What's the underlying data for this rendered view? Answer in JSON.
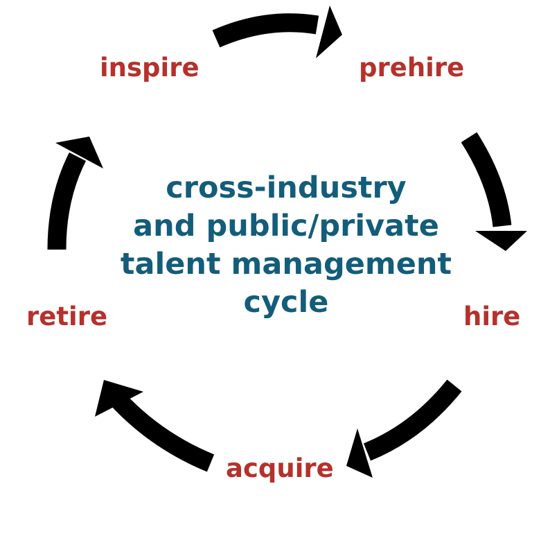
{
  "colors": {
    "stage_label": "#b5312c",
    "center_title": "#135d7a",
    "arrow": "#000000",
    "background": "#ffffff"
  },
  "center": {
    "lines": [
      "cross-industry",
      "and public/private",
      "talent management",
      "cycle"
    ]
  },
  "stages": {
    "inspire": "inspire",
    "prehire": "prehire",
    "hire": "hire",
    "acquire": "acquire",
    "retire": "retire"
  },
  "arrows": [
    {
      "from": "inspire",
      "to": "prehire",
      "direction": "clockwise"
    },
    {
      "from": "prehire",
      "to": "hire",
      "direction": "clockwise"
    },
    {
      "from": "hire",
      "to": "acquire",
      "direction": "clockwise"
    },
    {
      "from": "acquire",
      "to": "retire",
      "direction": "clockwise"
    },
    {
      "from": "retire",
      "to": "inspire",
      "direction": "clockwise"
    }
  ]
}
